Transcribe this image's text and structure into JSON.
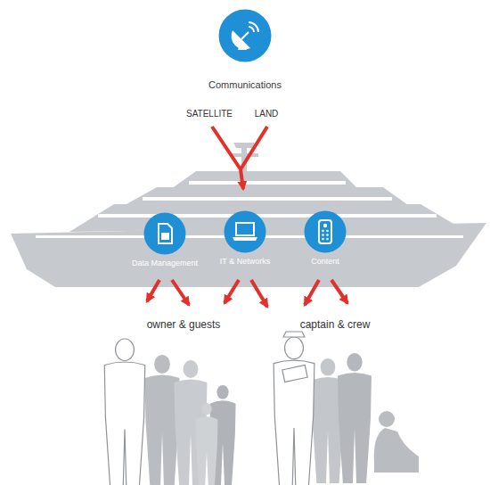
{
  "diagram": {
    "nodes": [
      {
        "text": [
          "Communications"
        ]
      },
      {
        "text": [
          "Data Management"
        ]
      },
      {
        "text": [
          "IT & Networks"
        ]
      },
      {
        "text": [
          "Content"
        ]
      }
    ],
    "labels": [
      "SATELLITE",
      "LAND",
      "owner & guests",
      "captain & crew"
    ]
  }
}
